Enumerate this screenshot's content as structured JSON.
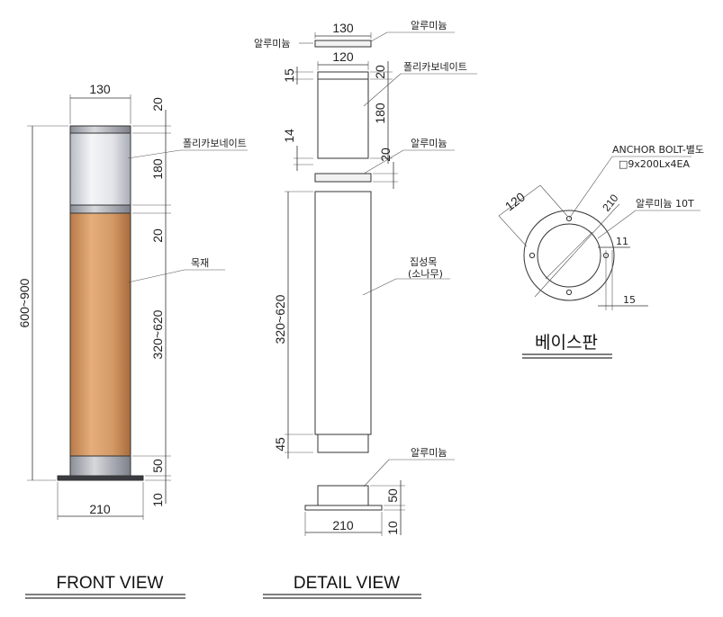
{
  "views": {
    "front_title": "FRONT VIEW",
    "detail_title": "DETAIL VIEW",
    "base_title": "베이스판"
  },
  "front": {
    "width_top": "130",
    "width_base": "210",
    "total_height": "600~900",
    "cap_h": "20",
    "lens_h": "180",
    "ring_h": "20",
    "body_h": "320~620",
    "foot_h": "50",
    "base_h": "10",
    "label_lens": "폴리카보네이트",
    "label_body": "목재"
  },
  "detail": {
    "cap_w": "130",
    "cap_label": "알루미늄",
    "cap_label_left": "알루미늄",
    "lens_w": "120",
    "lens_top_gap": "15",
    "cap_h": "20",
    "lens_h": "180",
    "lens_label": "폴리카보네이트",
    "gap_14": "14",
    "ring_h": "20",
    "ring_label": "알루미늄",
    "body_label_1": "집성목",
    "body_label_2": "(소나무)",
    "body_h": "320~620",
    "bottom_gap": "45",
    "base_label": "알루미늄",
    "base_h": "50",
    "plate_h": "10",
    "base_w": "210"
  },
  "base_plate": {
    "bolt_label_1": "ANCHOR BOLT-별도",
    "bolt_label_2": "□9x200Lx4EA",
    "inner_dia": "120",
    "outer_dia": "210",
    "material": "알루미늄 10T",
    "hole_off": "11",
    "edge_off": "15"
  },
  "colors": {
    "wood": "#d49a67",
    "lens": "#e6e8ec",
    "metal": "#b9bcc2",
    "line": "#333333"
  }
}
